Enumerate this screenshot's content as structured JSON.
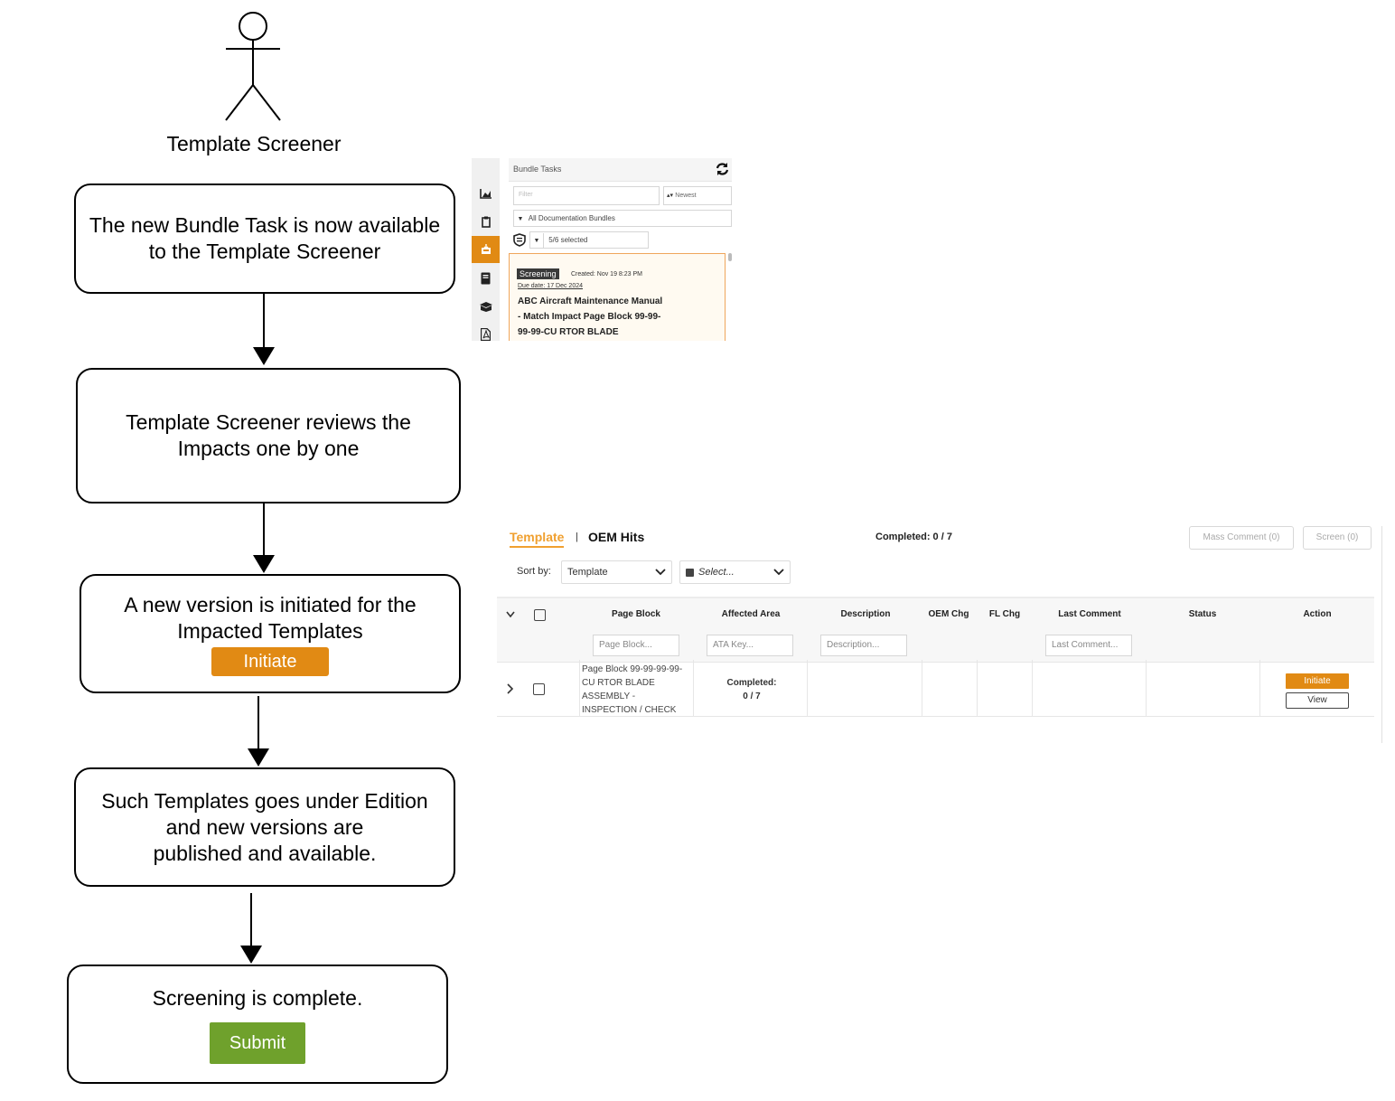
{
  "actor": {
    "label": "Template Screener"
  },
  "steps": [
    {
      "text": "The new Bundle Task is now available\nto the Template Screener"
    },
    {
      "text": "Template Screener reviews the\nImpacts one by one"
    },
    {
      "text": "A new version is initiated for the\nImpacted Templates",
      "button": "Initiate"
    },
    {
      "text": "Such Templates goes under Edition\nand new versions are\npublished and available."
    },
    {
      "text": "Screening is complete.",
      "button": "Submit"
    }
  ],
  "colors": {
    "orange": "#e18a14",
    "green": "#6fa12c"
  },
  "bundle_tasks": {
    "title": "Bundle Tasks",
    "filter_placeholder": "Filter",
    "sort": "Newest",
    "bundle_select": "All Documentation Bundles",
    "status_select": "5/6 selected",
    "rail_icons": [
      "chart-icon",
      "clipboard-icon",
      "inbox-icon",
      "book-icon",
      "box-icon",
      "pdf-icon"
    ],
    "card": {
      "status": "Screening",
      "created": "Created: Nov 19 8:23 PM",
      "due": "Due date: 17 Dec 2024",
      "title_lines": [
        "ABC Aircraft Maintenance Manual",
        "- Match Impact Page Block 99-99-",
        "99-99-CU RTOR BLADE"
      ]
    }
  },
  "screening_table": {
    "tabs": {
      "active": "Template",
      "separator": "|",
      "other": "OEM Hits"
    },
    "completed": "Completed: 0 / 7",
    "mass_comment": "Mass Comment (0)",
    "screen": "Screen (0)",
    "sort_label": "Sort by:",
    "sort_value": "Template",
    "select_placeholder": "Select...",
    "columns": [
      "Page Block",
      "Affected Area",
      "Description",
      "OEM Chg",
      "FL Chg",
      "Last Comment",
      "Status",
      "Action"
    ],
    "filters": {
      "page_block": "Page Block...",
      "ata": "ATA Key...",
      "description": "Description...",
      "last_comment": "Last Comment..."
    },
    "row": {
      "page_block_lines": [
        "Page Block 99-99-99-99-",
        "CU RTOR BLADE",
        "ASSEMBLY -",
        "INSPECTION / CHECK"
      ],
      "completed_label": "Completed:",
      "completed_value": "0 / 7",
      "initiate": "Initiate",
      "view": "View"
    }
  }
}
